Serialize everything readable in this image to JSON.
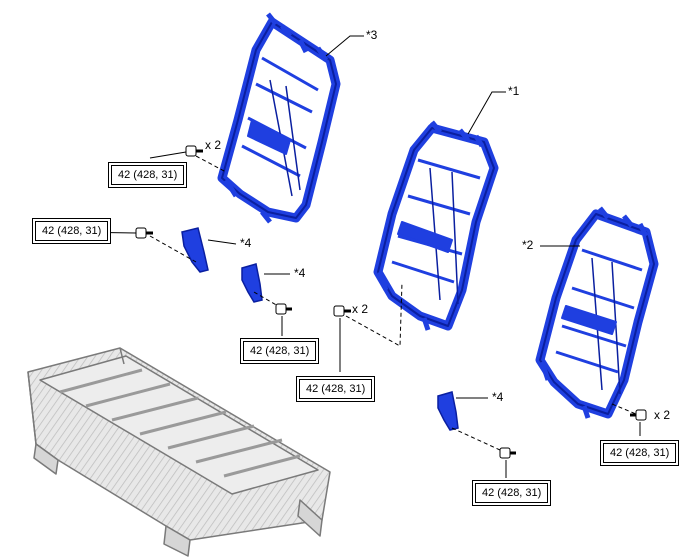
{
  "torque_spec": "42 (428, 31)",
  "callouts": {
    "c1": "*1",
    "c2": "*2",
    "c3": "*3",
    "c4": "*4"
  },
  "quantity": "x 2",
  "colors": {
    "frame_blue": "#1f3fe0",
    "frame_dark": "#0a1fa0",
    "cushion_gray": "#e6e6e6",
    "line": "#000000"
  }
}
